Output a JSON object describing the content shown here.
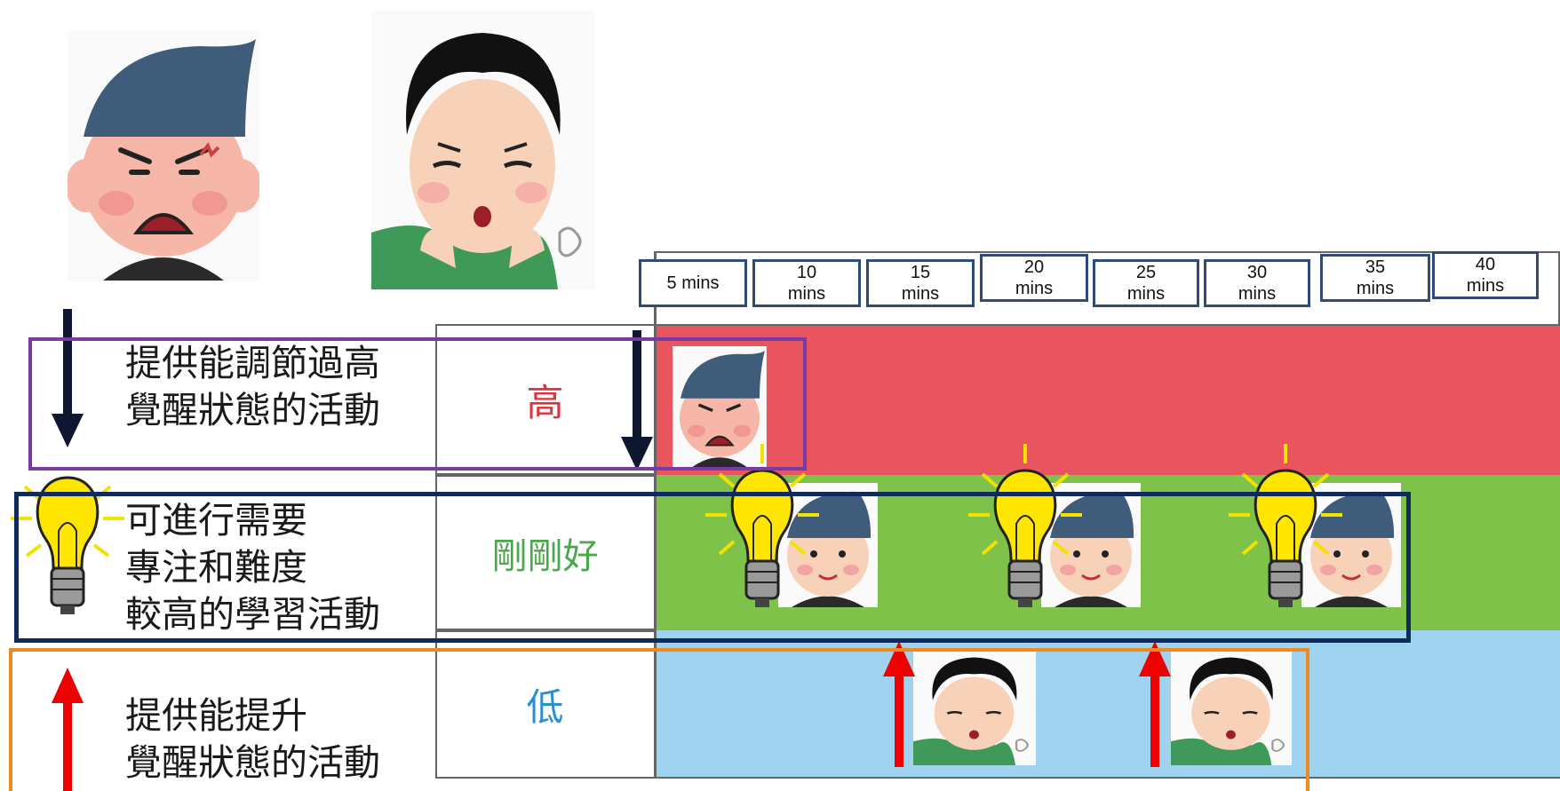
{
  "time_labels": [
    "5 mins",
    "10\nmins",
    "15\nmins",
    "20\nmins",
    "25\nmins",
    "30\nmins",
    "35\nmins",
    "40\nmins"
  ],
  "levels": {
    "high": "高",
    "just_right": "剛剛好",
    "low": "低"
  },
  "descriptions": {
    "high": "提供能調節過高\n覺醒狀態的活動",
    "just_right": "可進行需要\n專注和難度\n較高的學習活動",
    "low": "提供能提升\n覺醒狀態的活動"
  },
  "colors": {
    "high_row": "#e8555f",
    "just_right_row": "#7ec24a",
    "low_row": "#9fd3f0",
    "high_label": "#e0303c",
    "just_right_label": "#4aa84a",
    "low_label": "#2a8fd0",
    "purple_frame": "#7a3aa6",
    "navy_frame": "#102a5c",
    "orange_frame": "#ef8a22",
    "down_arrow": "#0d1730",
    "up_arrow": "#ee0000"
  },
  "icons": [
    "angry-boy-icon",
    "tired-boy-icon",
    "light-bulb-icon",
    "happy-boy-icon"
  ]
}
